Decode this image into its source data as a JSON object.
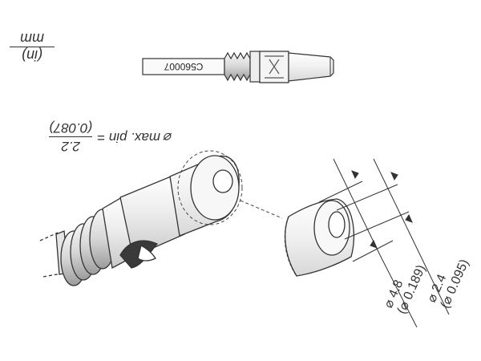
{
  "units": {
    "metric": "mm",
    "imperial": "(in)"
  },
  "part_number": "C560007",
  "pin_spec": {
    "label": "⌀ max. pin =",
    "metric": "2.2",
    "imperial": "(0.087)"
  },
  "dimensions": [
    {
      "metric": "⌀ 4.8",
      "imperial": "(⌀ 0.189)"
    },
    {
      "metric": "⌀ 2.4",
      "imperial": "(⌀ 0.095)"
    }
  ],
  "colors": {
    "stroke": "#333333",
    "shade": "#dddddd",
    "light": "#f2f2f2"
  }
}
